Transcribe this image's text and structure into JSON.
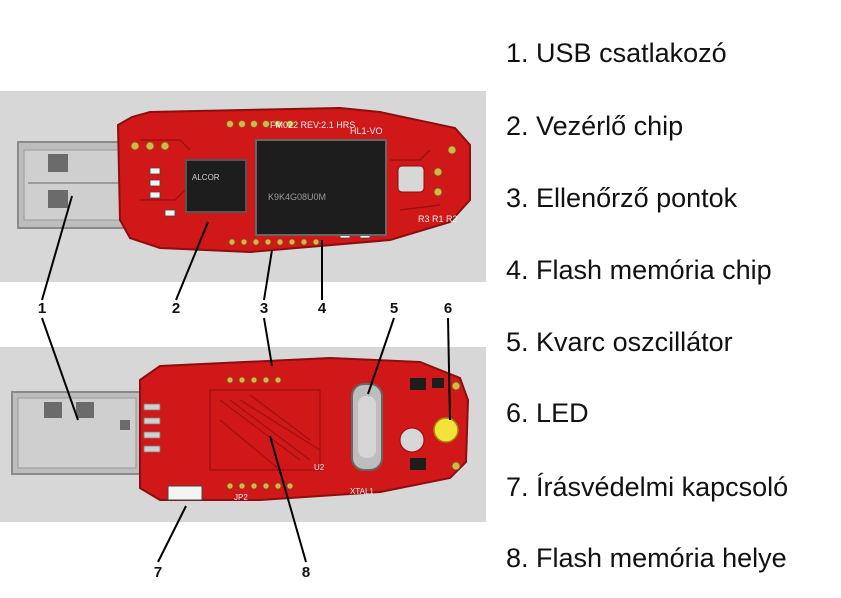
{
  "legend": [
    {
      "num": "1.",
      "label": "USB csatlakozó"
    },
    {
      "num": "2.",
      "label": "Vezérlő chip"
    },
    {
      "num": "3.",
      "label": "Ellenőrző pontok"
    },
    {
      "num": "4.",
      "label": "Flash memória chip"
    },
    {
      "num": "5.",
      "label": "Kvarc oszcillátor"
    },
    {
      "num": "6.",
      "label": "LED"
    },
    {
      "num": "7.",
      "label": "Írásvédelmi kapcsoló"
    },
    {
      "num": "8.",
      "label": "Flash memória helye"
    }
  ],
  "markers": [
    "1",
    "2",
    "3",
    "4",
    "5",
    "6",
    "7",
    "8"
  ],
  "pcb_markings": {
    "top_board_code": "FM022 REV:2.1 HRS",
    "top_side_code": "HL1-VO",
    "controller_text": "ALCOR",
    "flash_text": "K9K4G08U0M",
    "right_code": "R3 R1 R2",
    "bottom_jp": "JP2",
    "bottom_xtal": "XTAL1",
    "bottom_u2": "U2"
  },
  "colors": {
    "pcb_red": "#d01818",
    "pcb_dark": "#a00f12",
    "metal": "#b9b9b9",
    "chip_black": "#1d1d1d",
    "gold_pad": "#d8b24a",
    "led_yellow": "#f2e23a"
  }
}
